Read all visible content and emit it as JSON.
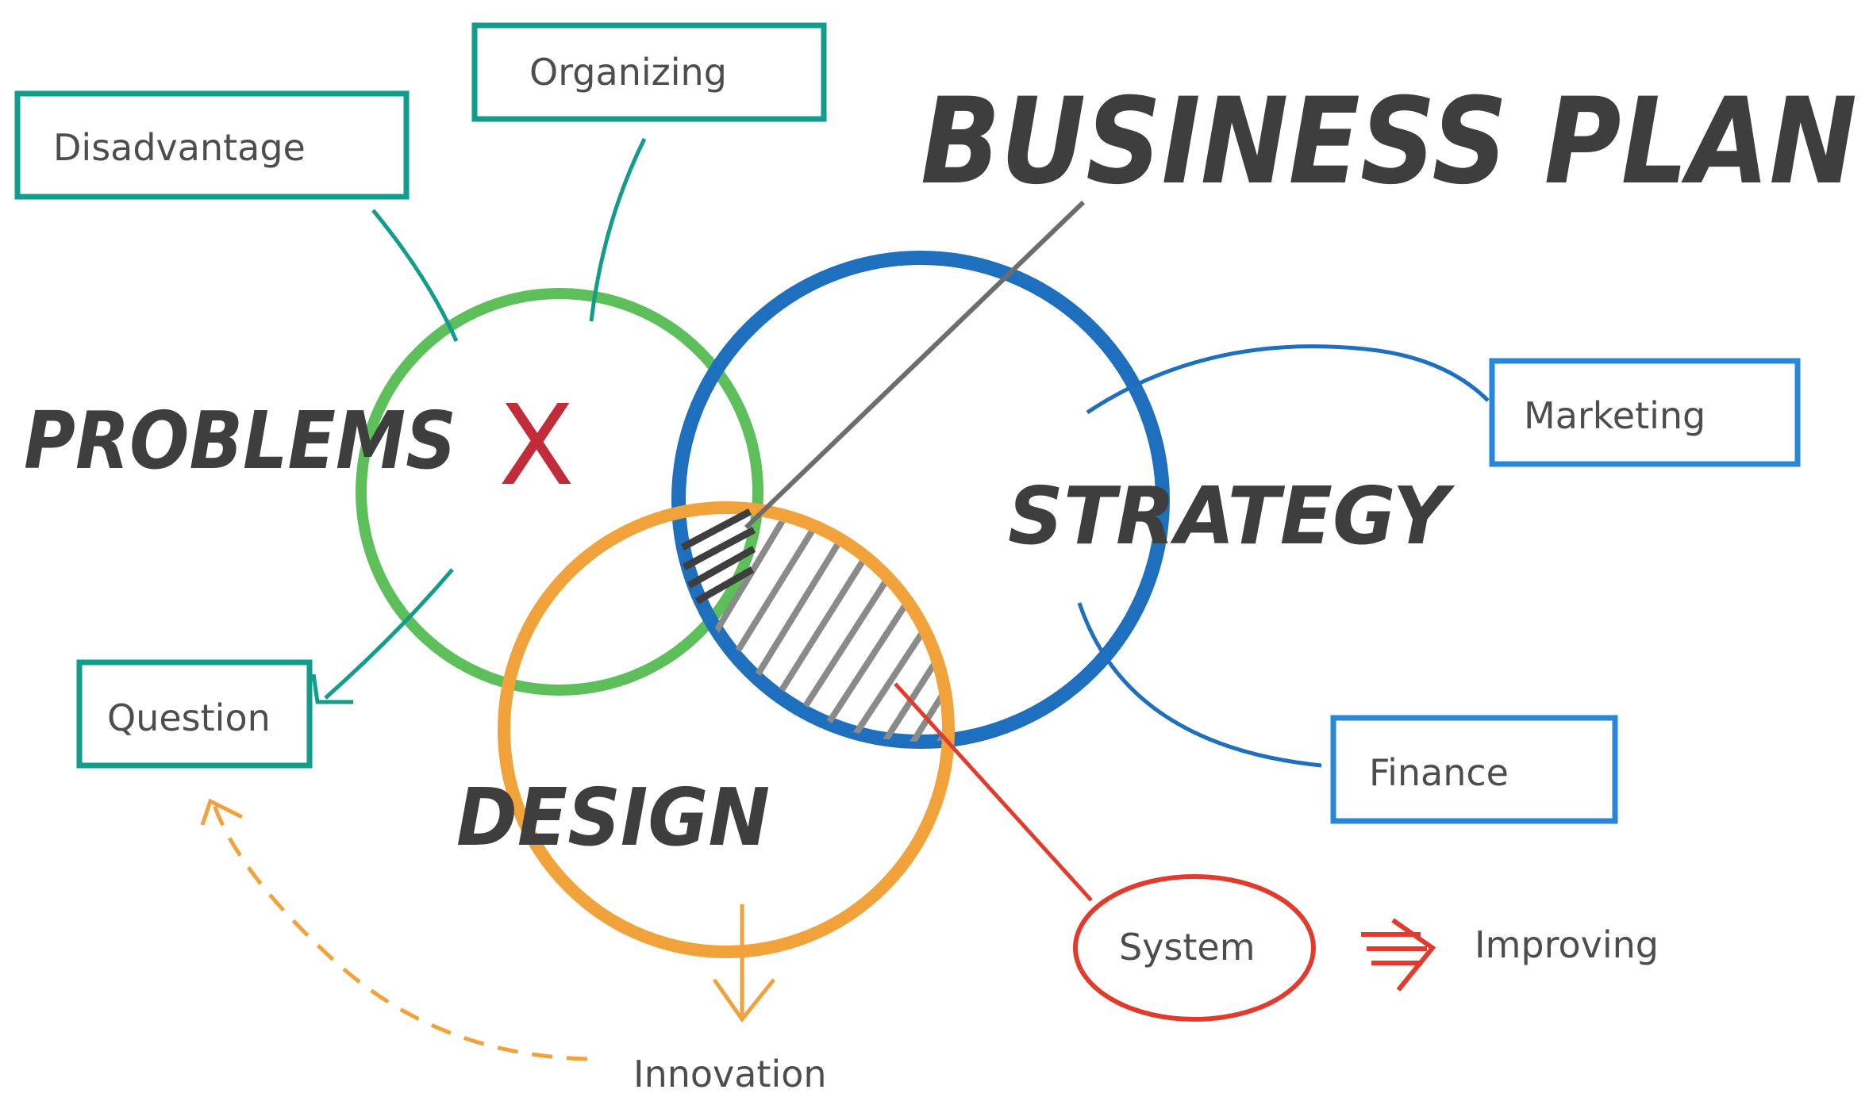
{
  "diagram": {
    "title": "BUSINESS PLAN",
    "circles": {
      "problems": "PROBLEMS",
      "strategy": "STRATEGY",
      "design": "DESIGN"
    },
    "labels": {
      "disadvantage": "Disadvantage",
      "organizing": "Organizing",
      "question": "Question",
      "marketing": "Marketing",
      "finance": "Finance",
      "system": "System",
      "improving": "Improving",
      "innovation": "Innovation"
    },
    "marks": {
      "cross": "X"
    },
    "colors": {
      "teal": "#129c8c",
      "green": "#5cbf5a",
      "blue": "#1f6fbf",
      "light_blue": "#2a86d6",
      "orange": "#f2a23a",
      "red": "#e23b2e",
      "dark_red": "#c12b3a",
      "gray": "#7a7a7a",
      "dark": "#3e3e3e"
    }
  }
}
